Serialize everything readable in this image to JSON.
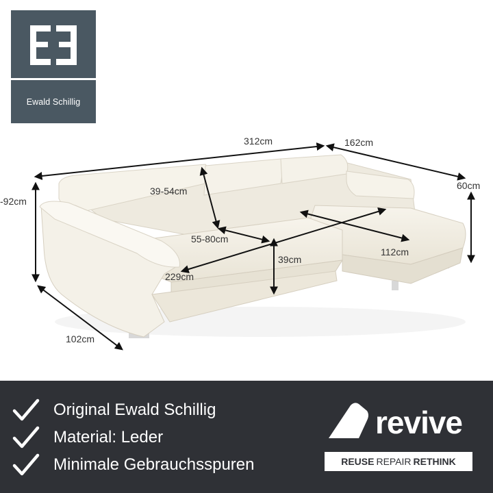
{
  "brand": {
    "name": "Ewald Schillig",
    "monogram": "EE"
  },
  "dimensions": {
    "width_total": "312cm",
    "width_chaise": "162cm",
    "height_right": "60cm",
    "height_left": "-92cm",
    "headrest_range": "39-54cm",
    "seat_depth_range": "55-80cm",
    "chaise_depth": "112cm",
    "seat_height": "39cm",
    "seat_width": "229cm",
    "depth": "102cm"
  },
  "features": [
    {
      "text": "Original Ewald Schillig",
      "icon": "checkmark-icon"
    },
    {
      "text": "Material: Leder",
      "icon": "checkmark-icon"
    },
    {
      "text": "Minimale Gebrauchsspuren",
      "icon": "checkmark-icon"
    }
  ],
  "revive": {
    "word": "revive",
    "tagline": [
      "REUSE",
      "REPAIR",
      "RETHINK"
    ]
  },
  "colors": {
    "logo_bg": "#4a5862",
    "bar_bg": "#2f3136",
    "sofa": "#f3efe4"
  }
}
